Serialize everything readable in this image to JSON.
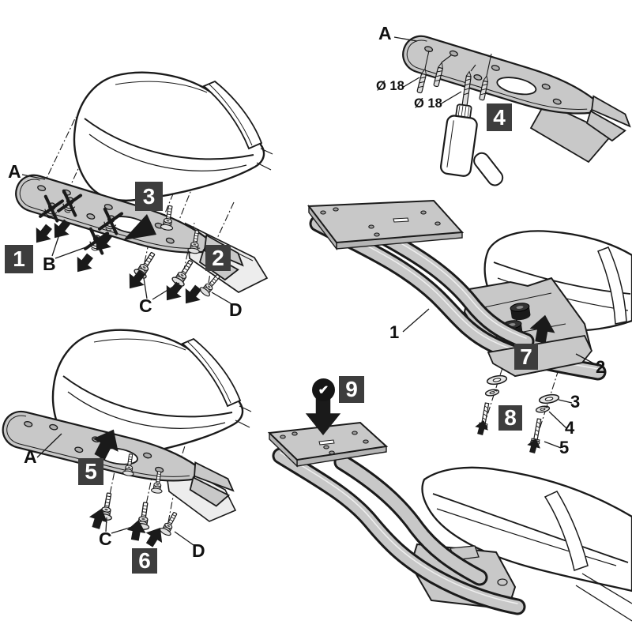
{
  "colors": {
    "background": "#ffffff",
    "ink": "#1a1a1a",
    "plate_gray": "#c8c8c8",
    "plate_edge_gray": "#b5b5b5",
    "step_box_bg": "#3d3d3d",
    "step_box_text": "#ffffff",
    "rubber_black": "#1a1a1a"
  },
  "steps": {
    "s1": "1",
    "s2": "2",
    "s3": "3",
    "s4": "4",
    "s5": "5",
    "s6": "6",
    "s7": "7",
    "s8": "8",
    "s9": "9"
  },
  "parts": {
    "p1": "1",
    "p2": "2",
    "p3": "3",
    "p4": "4",
    "p5": "5"
  },
  "labels": {
    "bracket_removal": "A",
    "discard_fasteners": "B",
    "seat_screws_removal": "C",
    "rear_screw_removal": "D",
    "bracket_drill": "A",
    "bracket_install": "A",
    "seat_screws_install": "C",
    "rear_screw_install": "D"
  },
  "measurements": {
    "drill_dia_left": "Ø 18",
    "drill_dia_right": "Ø 18"
  },
  "icons": {
    "check_ok": "✔"
  }
}
